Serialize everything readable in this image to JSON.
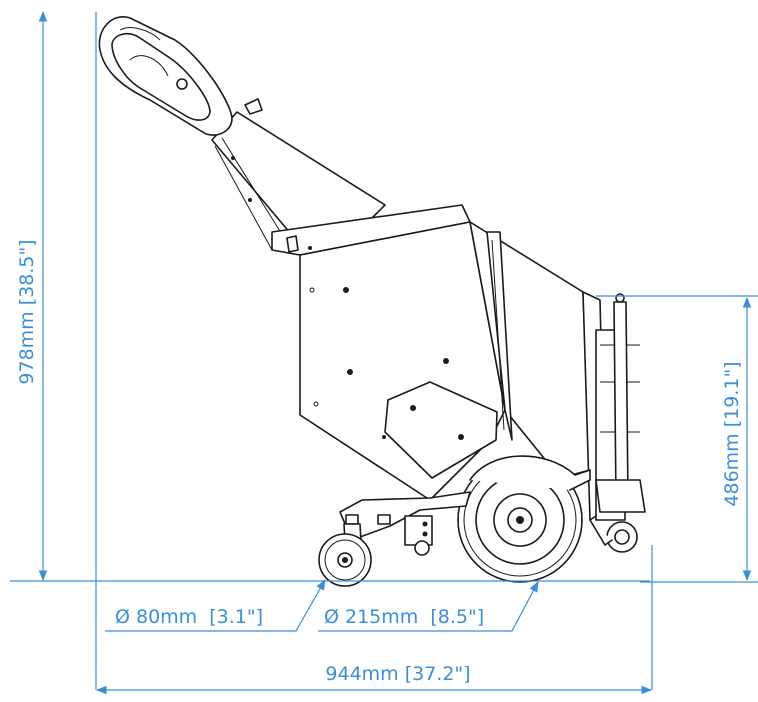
{
  "dimensions": {
    "height_total": "978mm [38.5\"]",
    "height_handle": "486mm [19.1\"]",
    "caster_diameter": "Ø 80mm  [3.1\"]",
    "wheel_diameter": "Ø 215mm  [8.5\"]",
    "length_total": "944mm [37.2\"]"
  },
  "colors": {
    "dimension": "#3a8fd6",
    "ink": "#1a1a1a"
  }
}
